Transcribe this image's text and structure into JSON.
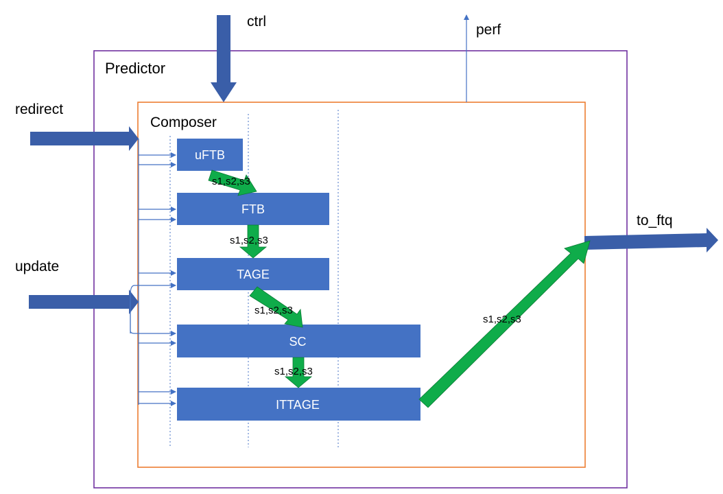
{
  "labels": {
    "ctrl": "ctrl",
    "perf": "perf",
    "predictor": "Predictor",
    "composer": "Composer",
    "redirect": "redirect",
    "update": "update",
    "to_ftq": "to_ftq"
  },
  "blocks": {
    "uftb": "uFTB",
    "ftb": "FTB",
    "tage": "TAGE",
    "sc": "SC",
    "ittage": "ITTAGE"
  },
  "stage_labels": {
    "uftb_to_ftb": "s1,s2,s3",
    "ftb_to_tage": "s1,s2,s3",
    "tage_to_sc": "s1,s2,s3",
    "sc_to_ittage": "s1,s2,s3",
    "ittage_to_ftq": "s1,s2,s3"
  },
  "colors": {
    "block": "#4472c4",
    "arrow_dark": "#3a5ea8",
    "stage_arrow": "#0fac4a",
    "predictor_border": "#7030a0",
    "composer_border": "#ed7d31",
    "thin_line": "#4472c4"
  }
}
